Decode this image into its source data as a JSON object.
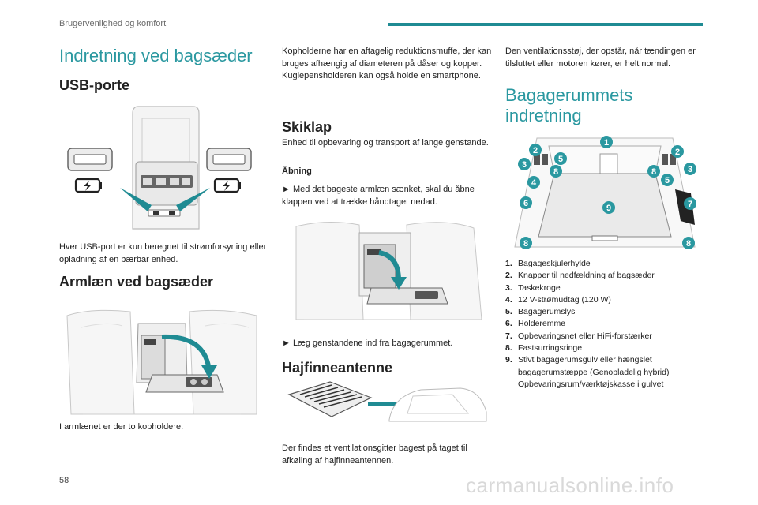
{
  "header": {
    "section": "Brugervenlighed og komfort",
    "accent": "#1f8b93"
  },
  "page_number": "58",
  "col1": {
    "title": "Indretning ved bagsæder",
    "usb_heading": "USB-porte",
    "usb_text": "Hver USB-port er kun beregnet til strømforsyning eller opladning af en bærbar enhed.",
    "armrest_heading": "Armlæn ved bagsæder",
    "armrest_text": "I armlænet er der to kopholdere."
  },
  "col2": {
    "cupholder_text": "Kopholderne har en aftagelig reduktionsmuffe, der kan bruges afhængig af diameteren på dåser og kopper.\nKuglepensholderen kan også holde en smartphone.",
    "ski_heading": "Skiklap",
    "ski_text": "Enhed til opbevaring og transport af lange genstande.",
    "opening_label": "Åbning",
    "opening_step": "► Med det bageste armlæn sænket, skal du åbne klappen ved at trække håndtaget nedad.",
    "load_step": "► Læg genstandene ind fra bagagerummet.",
    "antenna_heading": "Hajfinneantenne",
    "antenna_text": "Der findes et ventilationsgitter bagest på taget til afkøling af hajfinneantennen."
  },
  "col3": {
    "vent_text": "Den ventilationsstøj, der opstår, når tændingen er tilsluttet eller motoren kører, er helt normal.",
    "title": "Bagagerummets indretning",
    "items": [
      {
        "num": "1.",
        "text": "Bagageskjulerhylde"
      },
      {
        "num": "2.",
        "text": "Knapper til nedfældning af bagsæder"
      },
      {
        "num": "3.",
        "text": "Taskekroge"
      },
      {
        "num": "4.",
        "text": "12 V-strømudtag (120 W)"
      },
      {
        "num": "5.",
        "text": "Bagagerumslys"
      },
      {
        "num": "6.",
        "text": "Holderemme"
      },
      {
        "num": "7.",
        "text": "Opbevaringsnet eller HiFi-forstærker"
      },
      {
        "num": "8.",
        "text": "Fastsurringsringe"
      },
      {
        "num": "9.",
        "text": "Stivt bagagerumsgulv eller hængslet bagagerumstæppe (Genopladelig hybrid) Opbevaringsrum/værktøjskasse i gulvet"
      }
    ],
    "callout_color": "#2a98a0"
  },
  "watermark": "carmanualsonline.info"
}
